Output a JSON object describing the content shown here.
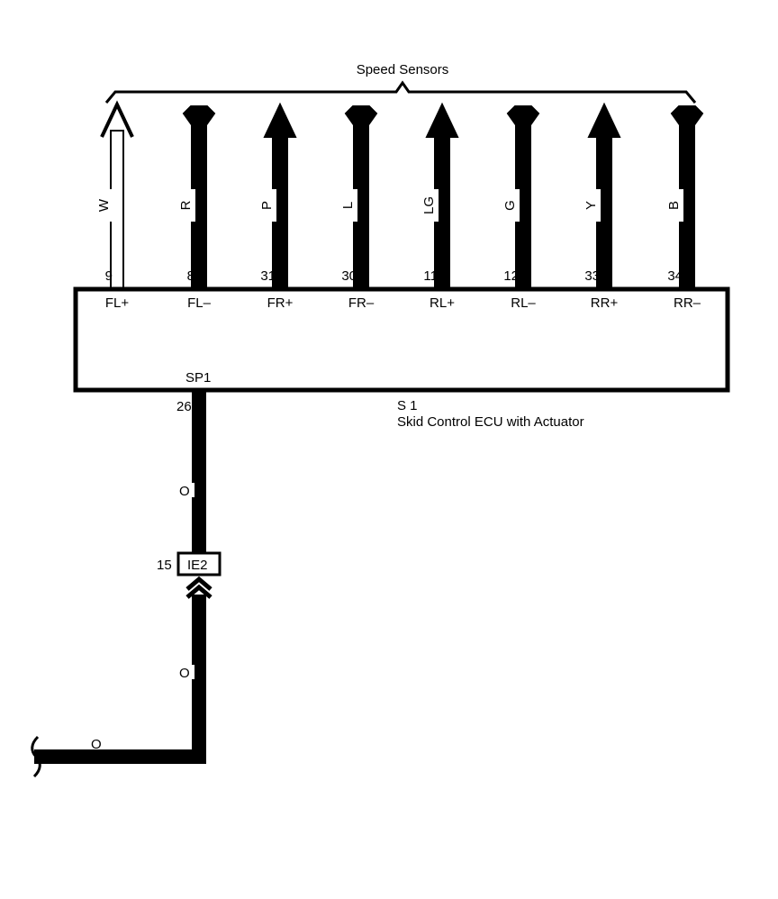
{
  "header": {
    "title": "Speed Sensors"
  },
  "ecu": {
    "code": "S 1",
    "name": "Skid Control ECU with Actuator",
    "terminals": [
      {
        "pin": "9",
        "label": "FL+",
        "wire_color": "W",
        "direction": "up"
      },
      {
        "pin": "8",
        "label": "FL–",
        "wire_color": "R",
        "direction": "down"
      },
      {
        "pin": "31",
        "label": "FR+",
        "wire_color": "P",
        "direction": "up"
      },
      {
        "pin": "30",
        "label": "FR–",
        "wire_color": "L",
        "direction": "down"
      },
      {
        "pin": "11",
        "label": "RL+",
        "wire_color": "LG",
        "direction": "up"
      },
      {
        "pin": "12",
        "label": "RL–",
        "wire_color": "G",
        "direction": "down"
      },
      {
        "pin": "33",
        "label": "RR+",
        "wire_color": "Y",
        "direction": "up"
      },
      {
        "pin": "34",
        "label": "RR–",
        "wire_color": "B",
        "direction": "down"
      }
    ],
    "lower_terminal": {
      "label": "SP1",
      "pin": "26"
    }
  },
  "connector": {
    "pin": "15",
    "code": "IE2"
  },
  "lower_wire": {
    "color_above_connector": "O",
    "color_below_connector": "O",
    "color_horizontal": "O"
  },
  "colors": {
    "line": "#000000",
    "background": "#ffffff"
  }
}
